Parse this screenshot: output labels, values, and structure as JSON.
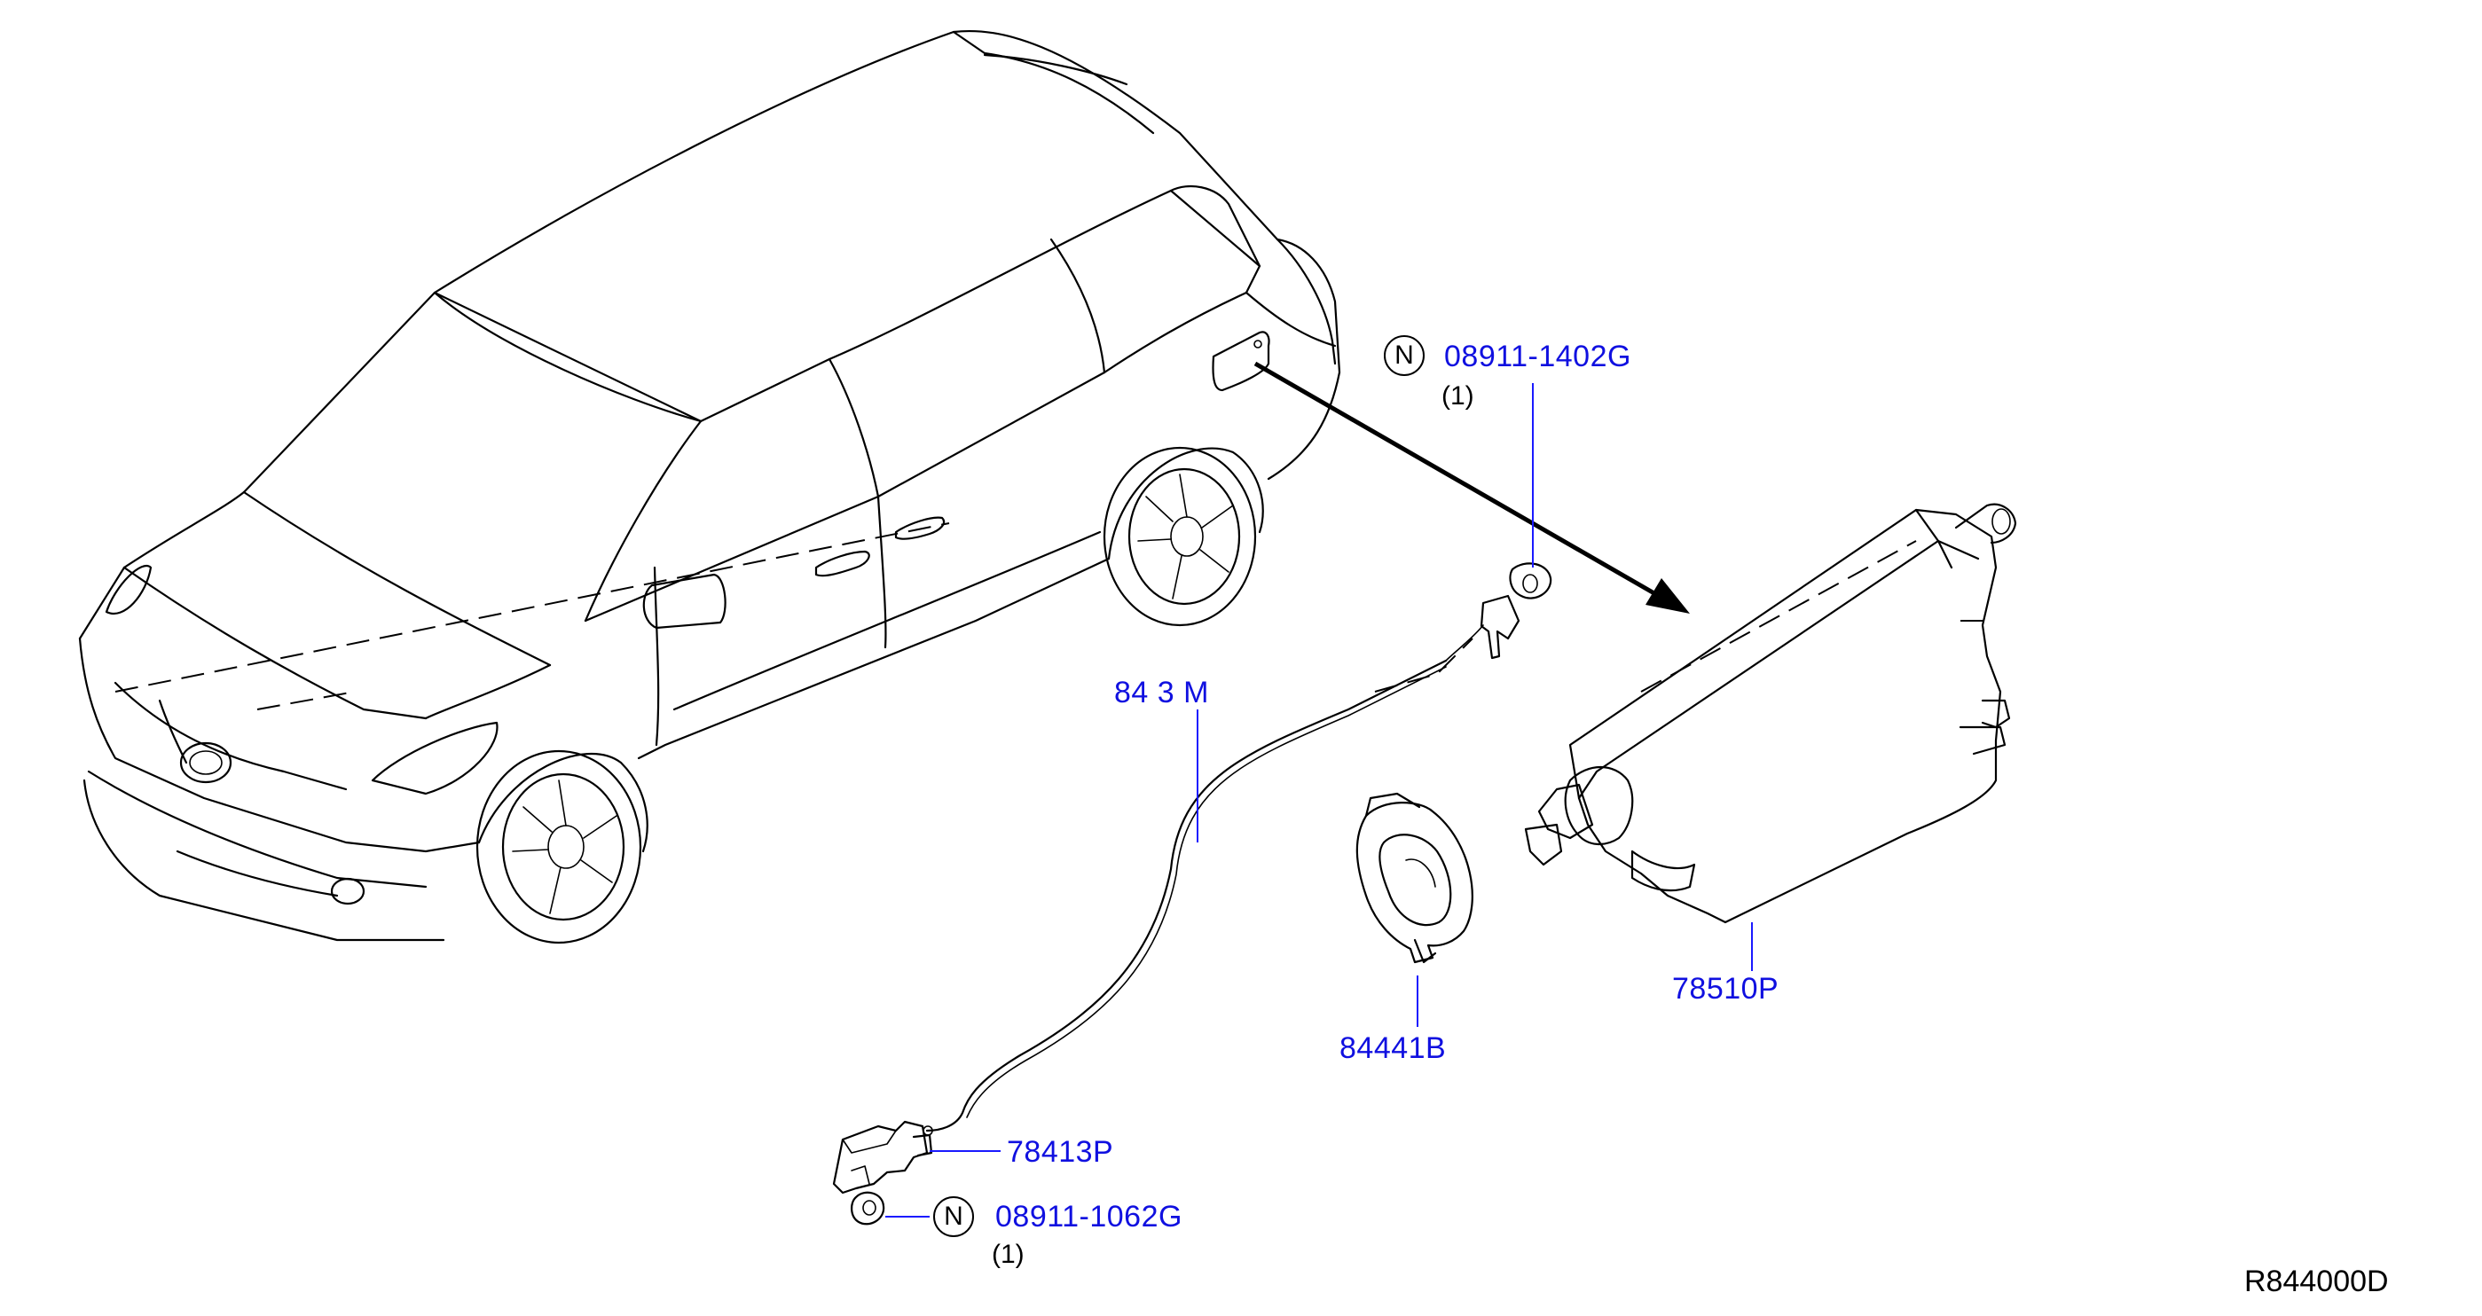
{
  "diagram": {
    "reference_code": "R844000D",
    "callouts": [
      {
        "id": "nut_top",
        "badge": "N",
        "part_number": "08911-1402G",
        "quantity": "(1)"
      },
      {
        "id": "cable",
        "part_number": "84 3 M"
      },
      {
        "id": "lid_base",
        "part_number": "84441B"
      },
      {
        "id": "lid_assembly",
        "part_number": "78510P"
      },
      {
        "id": "opener_lever",
        "part_number": "78413P"
      },
      {
        "id": "nut_bottom",
        "badge": "N",
        "part_number": "08911-1062G",
        "quantity": "(1)"
      }
    ],
    "colors": {
      "part_number_text": "#1010e0",
      "leader_line": "#1a1aff",
      "line_art": "#000000"
    }
  }
}
